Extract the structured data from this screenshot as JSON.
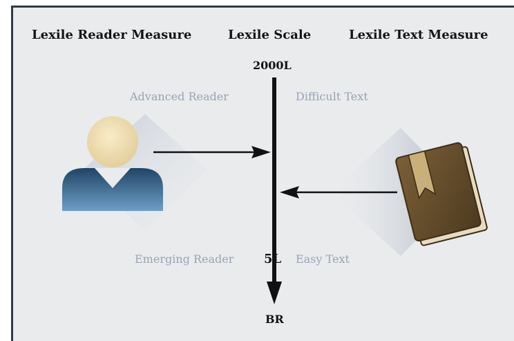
{
  "headings": {
    "reader_measure": "Lexile Reader Measure",
    "scale": "Lexile Scale",
    "text_measure": "Lexile Text Measure"
  },
  "scale": {
    "top": "2000L",
    "bottom_measure": "5L",
    "bottom": "BR"
  },
  "reader": {
    "advanced": "Advanced Reader",
    "emerging": "Emerging Reader"
  },
  "text": {
    "difficult": "Difficult Text",
    "easy": "Easy Text"
  },
  "icons": {
    "reader": "person-icon",
    "text": "book-icon"
  },
  "colors": {
    "background": "#e9ebed",
    "border": "#2f3a46",
    "person_head": "#f1e2b8",
    "person_body": "#2b5275",
    "book_cover": "#6a5230",
    "muted_text": "#9aa3b5"
  }
}
